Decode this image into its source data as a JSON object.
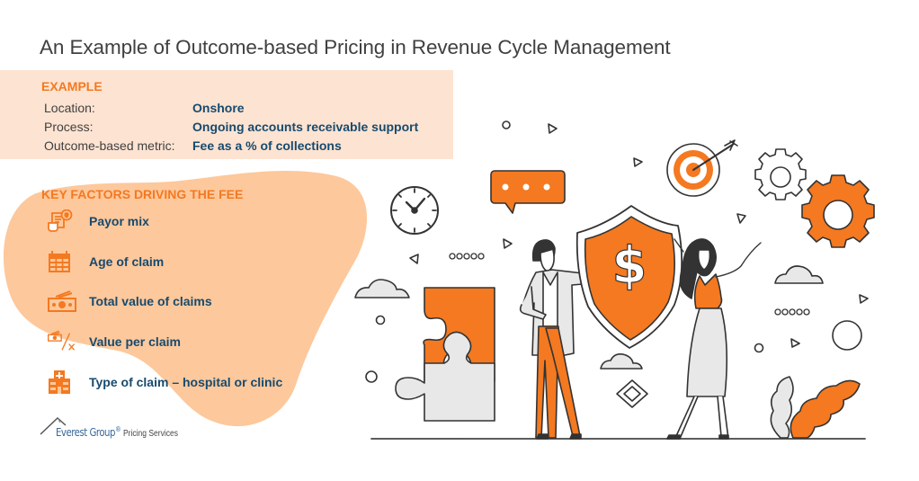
{
  "title": "An Example of Outcome-based Pricing in Revenue Cycle Management",
  "example": {
    "heading": "EXAMPLE",
    "rows": [
      {
        "label": "Location:",
        "value": "Onshore"
      },
      {
        "label": "Process:",
        "value": "Ongoing accounts receivable support"
      },
      {
        "label": "Outcome-based metric:",
        "value": "Fee as a % of collections"
      }
    ]
  },
  "key_factors": {
    "heading": "KEY FACTORS DRIVING THE FEE",
    "items": [
      {
        "icon": "payor-document-shield-icon",
        "label": "Payor mix"
      },
      {
        "icon": "calendar-icon",
        "label": "Age of claim"
      },
      {
        "icon": "money-stack-icon",
        "label": "Total value of claims"
      },
      {
        "icon": "money-divided-by-x-icon",
        "label": "Value per claim"
      },
      {
        "icon": "hospital-icon",
        "label": "Type of claim – hospital or clinic"
      }
    ]
  },
  "footer": {
    "brand": "Everest Group",
    "registered": "®",
    "sub": "Pricing Services"
  },
  "illustration": {
    "shield_symbol": "$",
    "colors": {
      "accent": "#f47920",
      "panel_bg": "#fde3d1",
      "blob_bg": "#fdc89c",
      "text_dark_blue": "#174a6e",
      "outline": "#333333",
      "light_grey": "#e8e8e8"
    }
  }
}
